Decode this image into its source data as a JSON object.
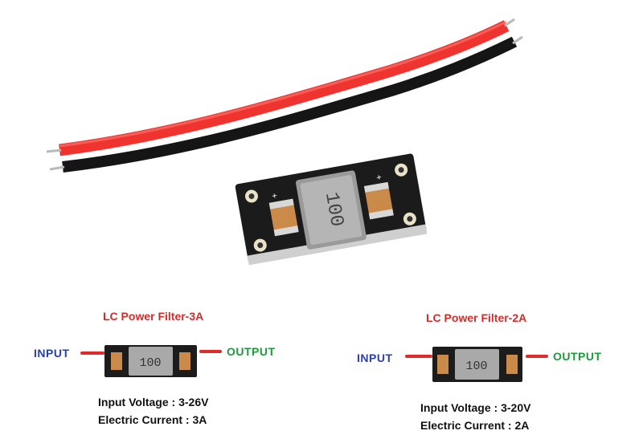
{
  "product_photo": {
    "inductor_marking": "100"
  },
  "filters": [
    {
      "title": "LC Power Filter-3A",
      "input_label": "INPUT",
      "output_label": "OUTPUT",
      "inductor_marking": "100",
      "specs": [
        {
          "label": "Input Voltage",
          "value": "3-26V"
        },
        {
          "label": "Electric Current",
          "value": "3A"
        }
      ]
    },
    {
      "title": "LC Power Filter-2A",
      "input_label": "INPUT",
      "output_label": "OUTPUT",
      "inductor_marking": "100",
      "specs": [
        {
          "label": "Input Voltage",
          "value": "3-20V"
        },
        {
          "label": "Electric Current",
          "value": "2A"
        }
      ]
    }
  ],
  "colors": {
    "title_red": "#d42b2b",
    "input_blue": "#2a3fa8",
    "output_green": "#1d9a3c",
    "wire_red": "#e8302e",
    "wire_black": "#1a1a1a"
  }
}
